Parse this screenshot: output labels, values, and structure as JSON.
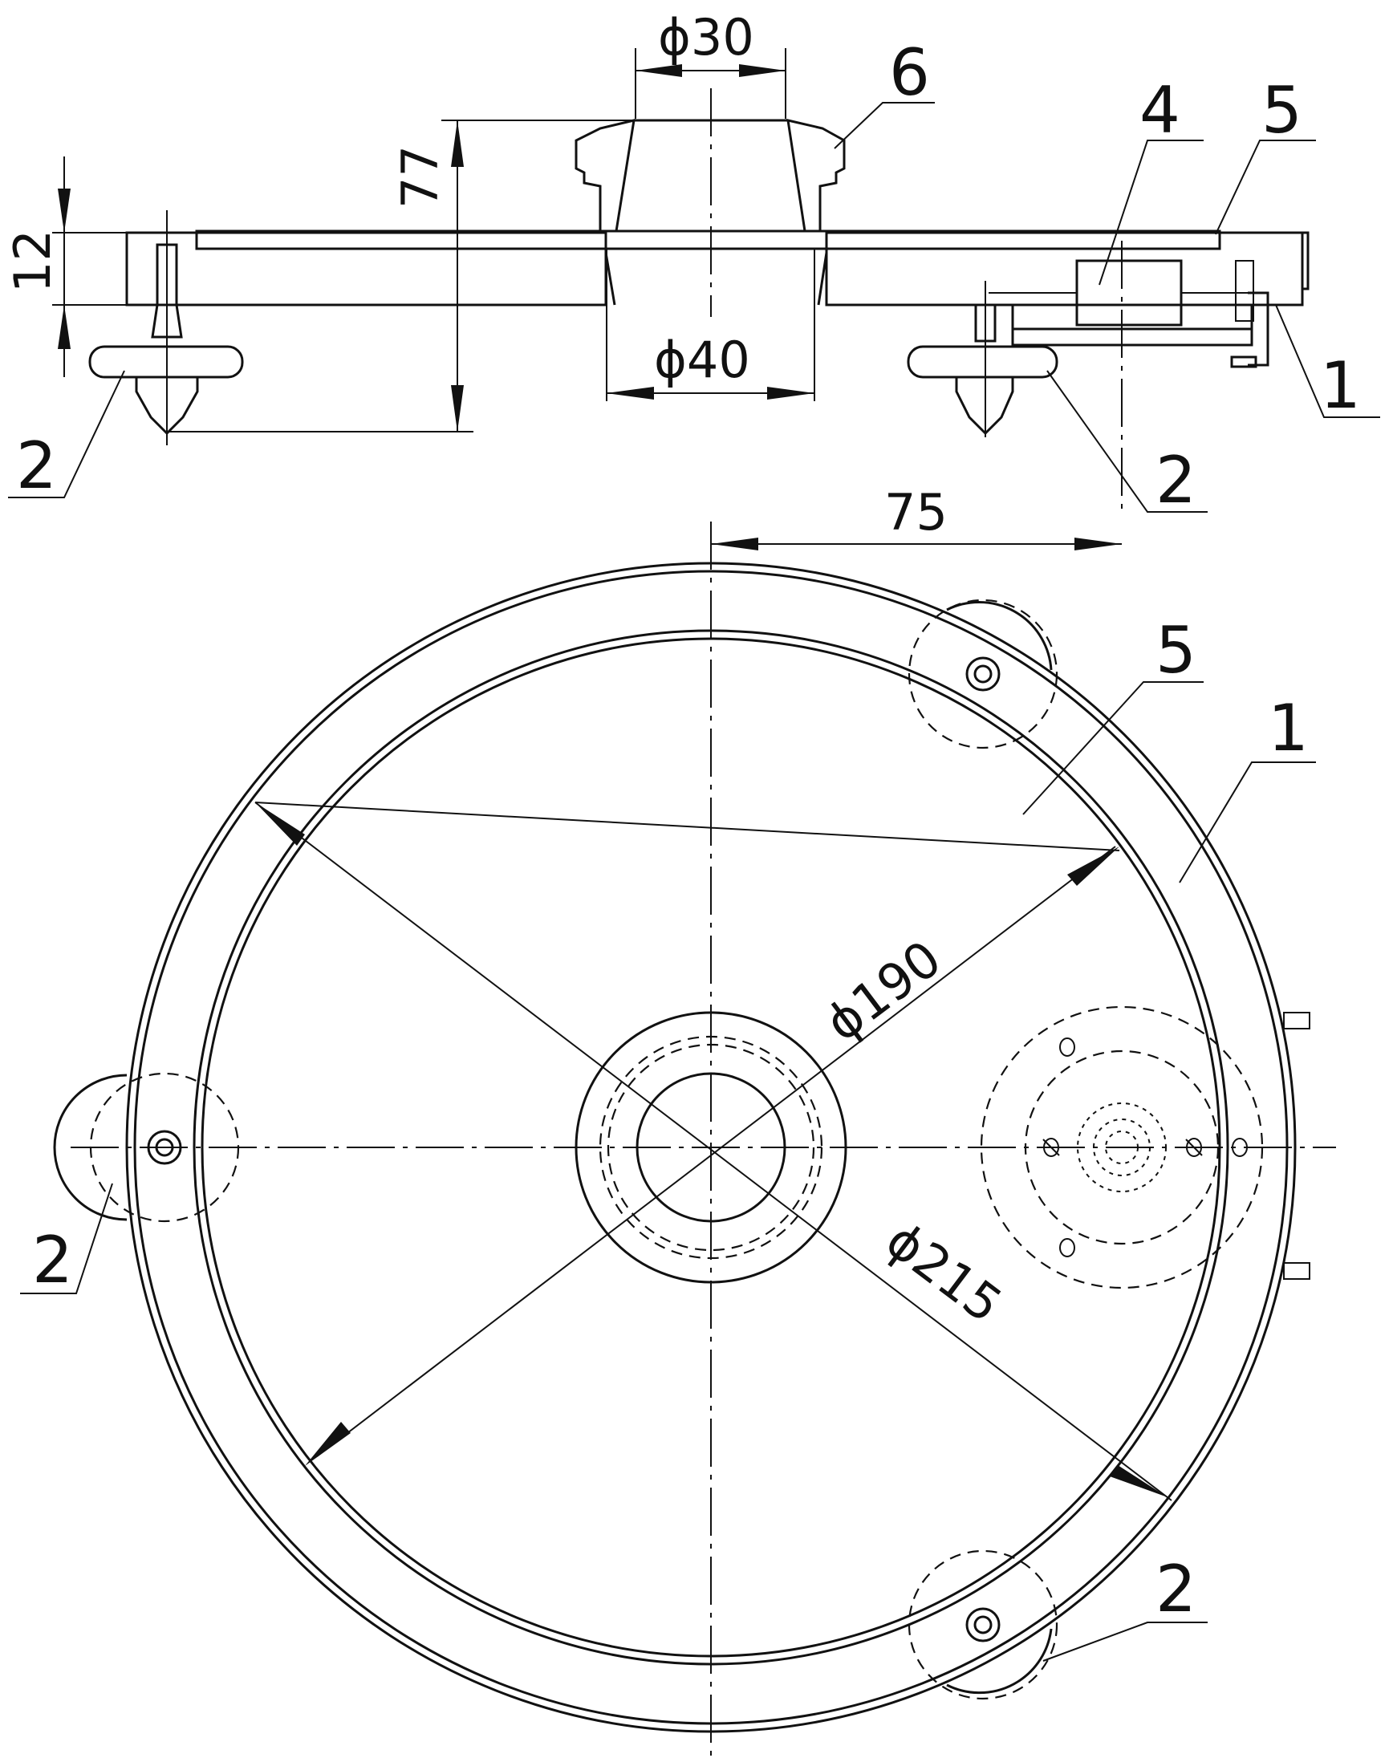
{
  "section_view": {
    "dims": {
      "bore_top": "ϕ30",
      "bore_bottom": "ϕ40",
      "height": "77",
      "thickness": "12"
    },
    "callouts": [
      "6",
      "4",
      "5",
      "1",
      "2",
      "2"
    ]
  },
  "dim_75": "75",
  "plan_view": {
    "dims": {
      "inner_diameter": "ϕ190",
      "outer_diameter": "ϕ215"
    },
    "callouts": [
      "5",
      "1",
      "2",
      "2"
    ]
  },
  "colors": {
    "line": "#111111",
    "background": "#ffffff"
  }
}
